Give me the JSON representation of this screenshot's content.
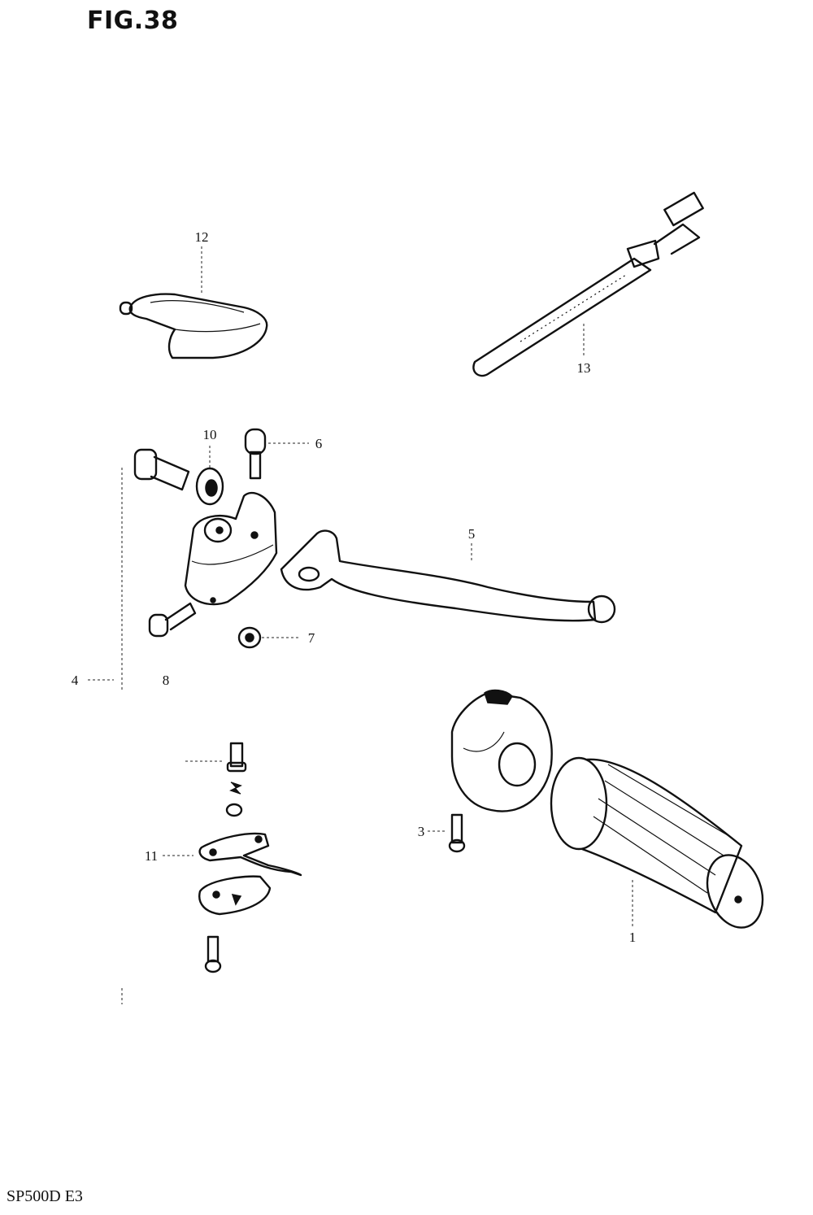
{
  "figure": {
    "title": "FIG.38",
    "model_code": "SP500D E3"
  },
  "callouts": [
    {
      "id": "12",
      "text": "12"
    },
    {
      "id": "13",
      "text": "13"
    },
    {
      "id": "10",
      "text": "10"
    },
    {
      "id": "6",
      "text": "6"
    },
    {
      "id": "5",
      "text": "5"
    },
    {
      "id": "7",
      "text": "7"
    },
    {
      "id": "4",
      "text": "4"
    },
    {
      "id": "8",
      "text": "8"
    },
    {
      "id": "11",
      "text": "11"
    },
    {
      "id": "3",
      "text": "3"
    },
    {
      "id": "1",
      "text": "1"
    }
  ]
}
